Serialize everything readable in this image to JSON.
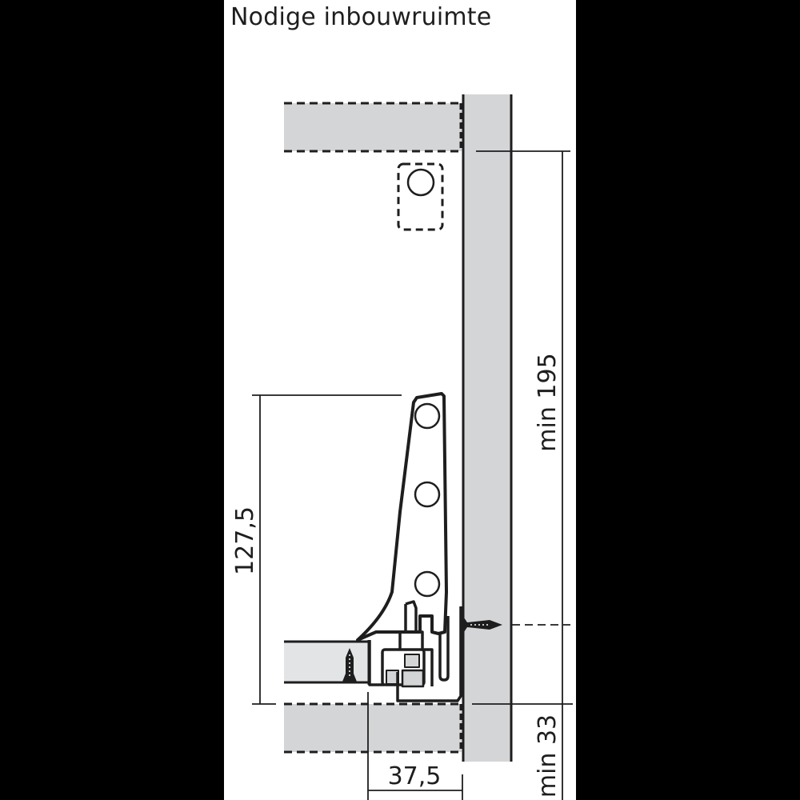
{
  "title": "Nodige inbouwruimte",
  "colors": {
    "background": "#000000",
    "panel": "#ffffff",
    "fill_gray": "#d3d5d7",
    "fill_light_gray": "#e3e4e6",
    "line": "#1e1e1e"
  },
  "dimensions": {
    "min_top": "min 195",
    "height": "127,5",
    "depth": "37,5",
    "min_bottom": "min 33"
  },
  "components": {
    "cabinet_side": "cabinet-side-panel",
    "top_shelf": "top-shelf-dashed",
    "bottom_shelf": "bottom-shelf-dashed",
    "drawer_side": "drawer-side-profile",
    "drawer_bottom": "drawer-bottom-panel",
    "hinge_mechanism": "runner-mechanism",
    "screws": [
      "horizontal-wall-screw",
      "vertical-bottom-screw"
    ]
  }
}
